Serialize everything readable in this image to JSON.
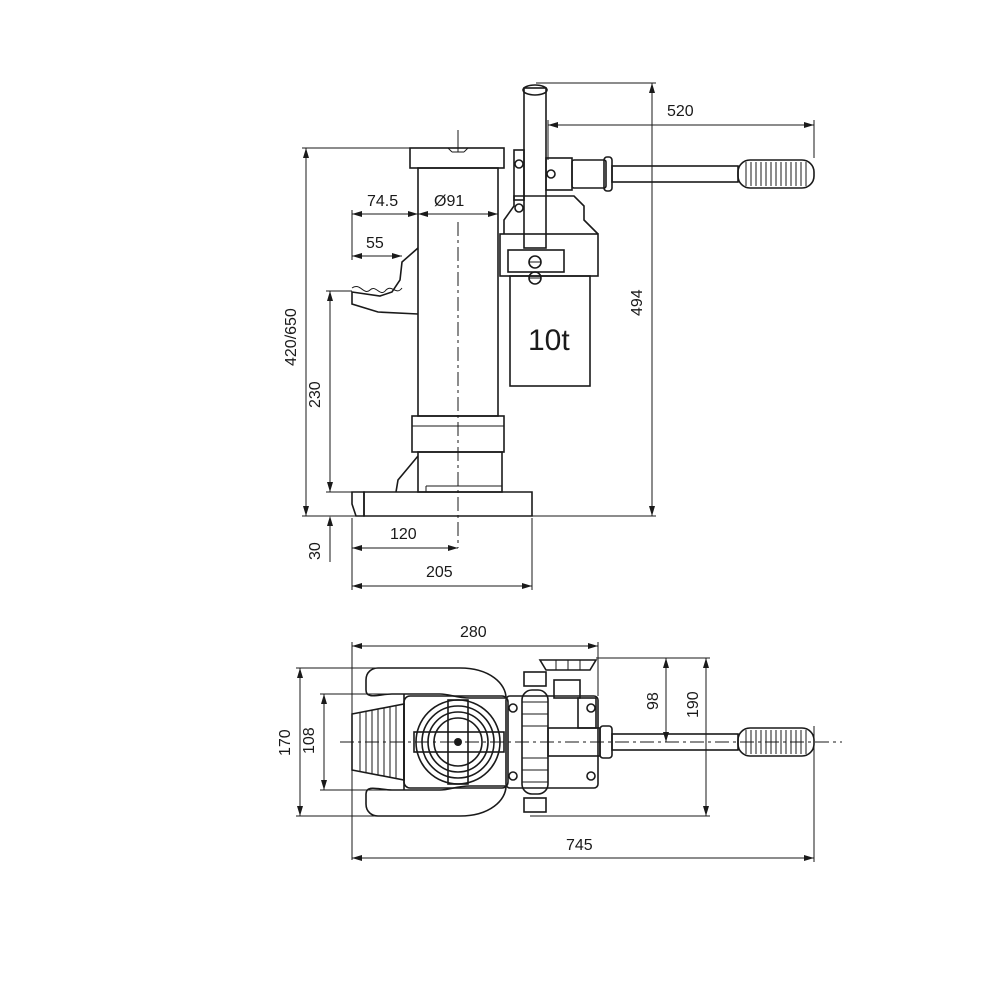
{
  "drawing": {
    "capacity_label": "10t",
    "dimensions": {
      "handle_length": "520",
      "total_height": "494",
      "lift_height": "420/650",
      "toe_offset": "74.5",
      "ram_diameter": "Ø91",
      "toe_width": "55",
      "toe_height": "230",
      "toe_min_height": "30",
      "base_center": "120",
      "base_length": "205",
      "top_length": "280",
      "top_total_length": "745",
      "top_width": "170",
      "top_toe_width": "108",
      "top_pump_offset": "98",
      "top_handle_offset": "190"
    }
  }
}
